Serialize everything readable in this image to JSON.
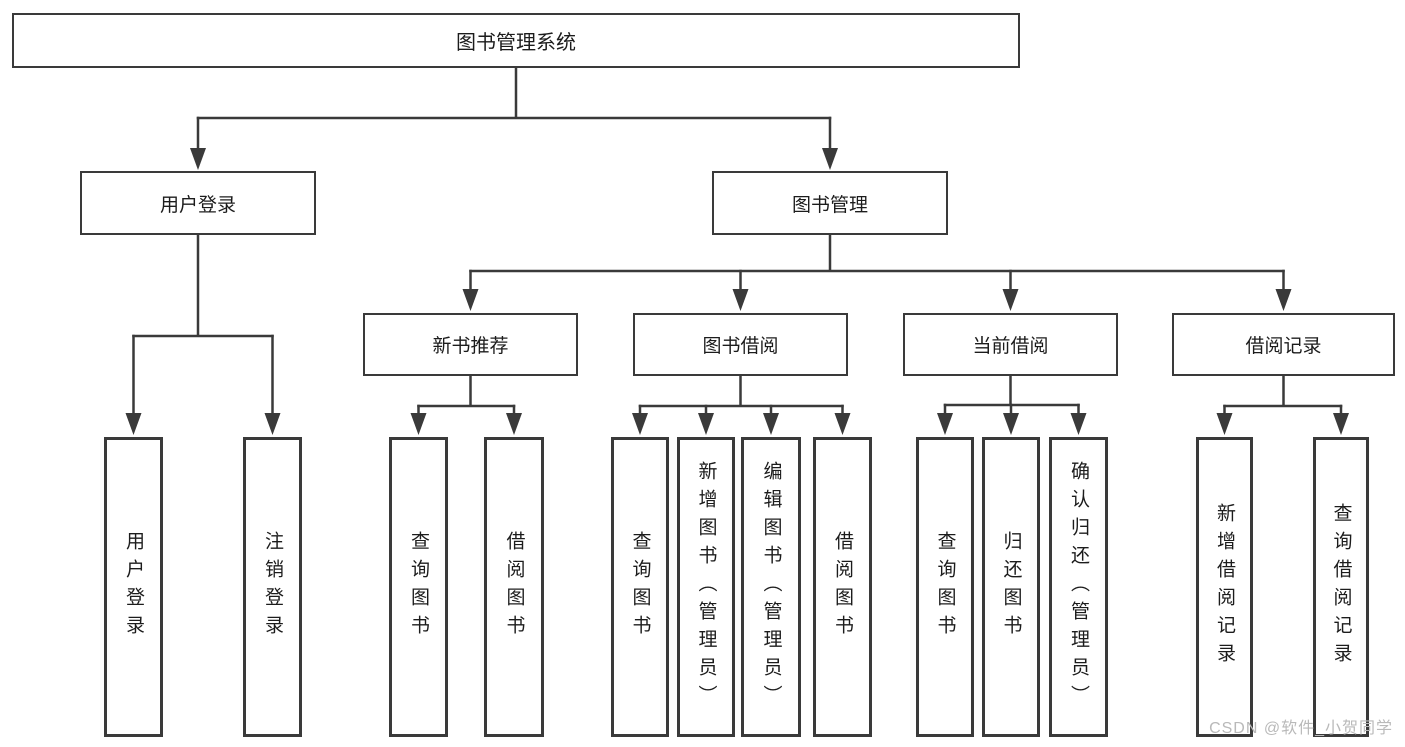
{
  "tree": {
    "root": {
      "label": "图书管理系统"
    },
    "branches": [
      {
        "label": "用户登录",
        "children": [
          {
            "label": "用户登录"
          },
          {
            "label": "注销登录"
          }
        ]
      },
      {
        "label": "图书管理",
        "children": [
          {
            "label": "新书推荐",
            "children": [
              {
                "label": "查询图书"
              },
              {
                "label": "借阅图书"
              }
            ]
          },
          {
            "label": "图书借阅",
            "children": [
              {
                "label": "查询图书"
              },
              {
                "label": "新增图书（管理员）"
              },
              {
                "label": "编辑图书（管理员）"
              },
              {
                "label": "借阅图书"
              }
            ]
          },
          {
            "label": "当前借阅",
            "children": [
              {
                "label": "查询图书"
              },
              {
                "label": "归还图书"
              },
              {
                "label": "确认归还（管理员）"
              }
            ]
          },
          {
            "label": "借阅记录",
            "children": [
              {
                "label": "新增借阅记录"
              },
              {
                "label": "查询借阅记录"
              }
            ]
          }
        ]
      }
    ]
  },
  "watermark": {
    "text": "CSDN @软件_小贺同学"
  },
  "colors": {
    "line": "#3a3a3a",
    "border": "#3a3a3a",
    "text": "#1c1c1c",
    "watermark": "#b9b9b9",
    "background": "#ffffff"
  }
}
